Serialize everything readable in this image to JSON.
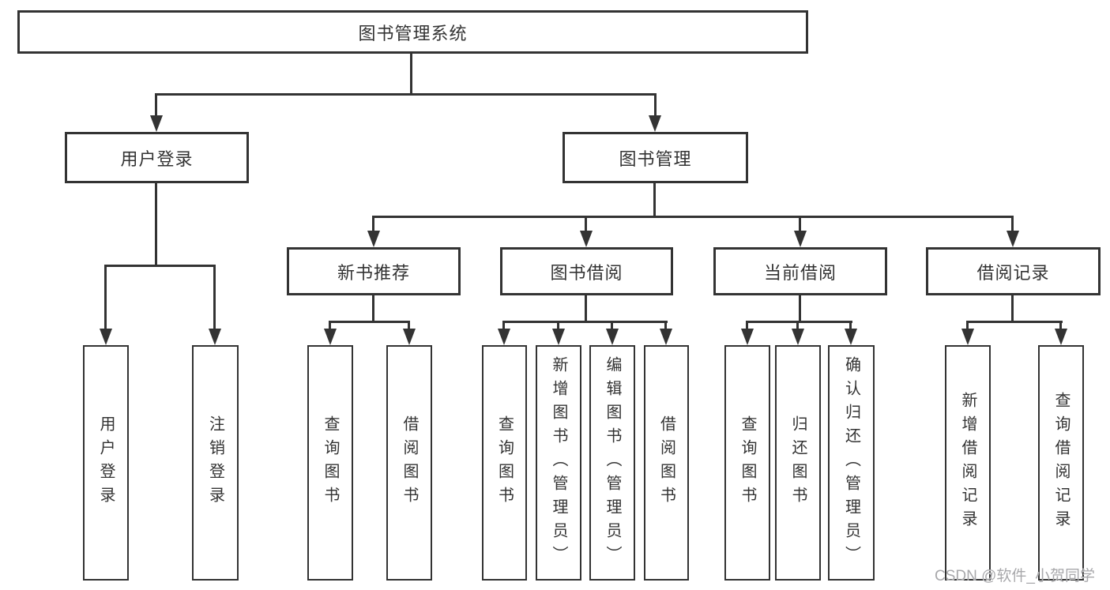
{
  "watermark": "CSDN @软件_小贺同学",
  "colors": {
    "line": "#333333",
    "background": "#ffffff",
    "text": "#333333",
    "watermark": "#a8a8ab"
  },
  "tree": {
    "label": "图书管理系统",
    "children": [
      {
        "label": "用户登录",
        "children": [
          {
            "label": "用户登录"
          },
          {
            "label": "注销登录"
          }
        ]
      },
      {
        "label": "图书管理",
        "children": [
          {
            "label": "新书推荐",
            "children": [
              {
                "label": "查询图书"
              },
              {
                "label": "借阅图书"
              }
            ]
          },
          {
            "label": "图书借阅",
            "children": [
              {
                "label": "查询图书"
              },
              {
                "label": "新增图书（管理员）"
              },
              {
                "label": "编辑图书（管理员）"
              },
              {
                "label": "借阅图书"
              }
            ]
          },
          {
            "label": "当前借阅",
            "children": [
              {
                "label": "查询图书"
              },
              {
                "label": "归还图书"
              },
              {
                "label": "确认归还（管理员）"
              }
            ]
          },
          {
            "label": "借阅记录",
            "children": [
              {
                "label": "新增借阅记录"
              },
              {
                "label": "查询借阅记录"
              }
            ]
          }
        ]
      }
    ]
  }
}
